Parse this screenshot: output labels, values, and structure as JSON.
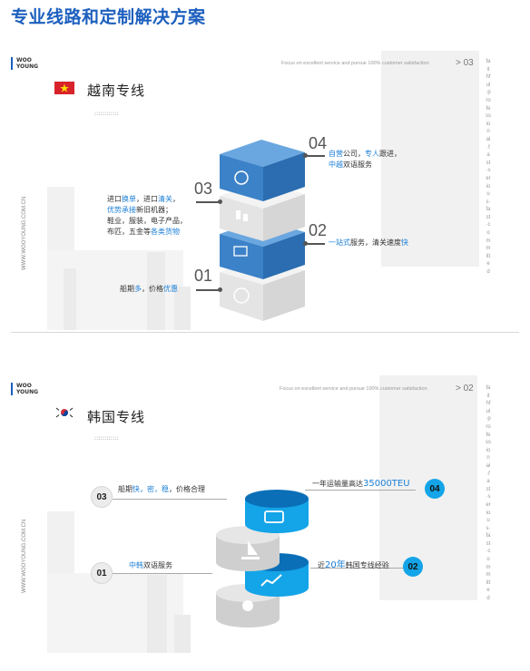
{
  "page_title": "专业线路和定制解决方案",
  "brand": {
    "line1": "WOO",
    "line2": "YOUNG"
  },
  "tagline": "Focus on excellent service and pursue 100% customer satisfaction",
  "vertical_left": "WWW.WOOYOUNG.COM.CN",
  "vertical_right": "faithful·professional·fast·serious·fast·committed",
  "colors": {
    "brand_blue": "#1c5fbe",
    "accent_blue": "#1c7fd6",
    "cube_blue": "#3c82c8",
    "cyl_blue": "#14a4e8"
  },
  "vietnam": {
    "page": "> 03",
    "flag_icon": "vietnam-flag-icon",
    "title": "越南专线",
    "dots": "::::::::::::",
    "items": [
      {
        "num": "04",
        "l1a": "自营",
        "l1b": "公司，",
        "l1c": "专人",
        "l1d": "跟进，",
        "l2a": "中越",
        "l2b": "双语服务"
      },
      {
        "num": "03",
        "l1a": "进口",
        "l1b": "换单",
        "l1c": "，进口",
        "l1d": "清关",
        "l1e": "，",
        "l2a": "优势承接",
        "l2b": "新旧机器；",
        "l3": "鞋业，服装，电子产品，",
        "l4a": "布匹，五金等",
        "l4b": "各类货物"
      },
      {
        "num": "02",
        "l1a": "一站式",
        "l1b": "服务，清关速度",
        "l1c": "快"
      },
      {
        "num": "01",
        "l1a": "船期",
        "l1b": "多",
        "l1c": "，价格",
        "l1d": "优惠"
      }
    ]
  },
  "korea": {
    "page": "> 02",
    "flag_icon": "korea-flag-icon",
    "title": "韩国专线",
    "dots": "::::::::::::",
    "items": [
      {
        "num": "04",
        "a": "一年运输量高达",
        "b": "35000TEU"
      },
      {
        "num": "03",
        "a": "船期",
        "b": "快，密，稳",
        "c": "，价格合理"
      },
      {
        "num": "02",
        "a": "近",
        "b": "20年",
        "c": "韩国专线经验"
      },
      {
        "num": "01",
        "a": "中韩",
        "b": "双语服务"
      }
    ]
  }
}
